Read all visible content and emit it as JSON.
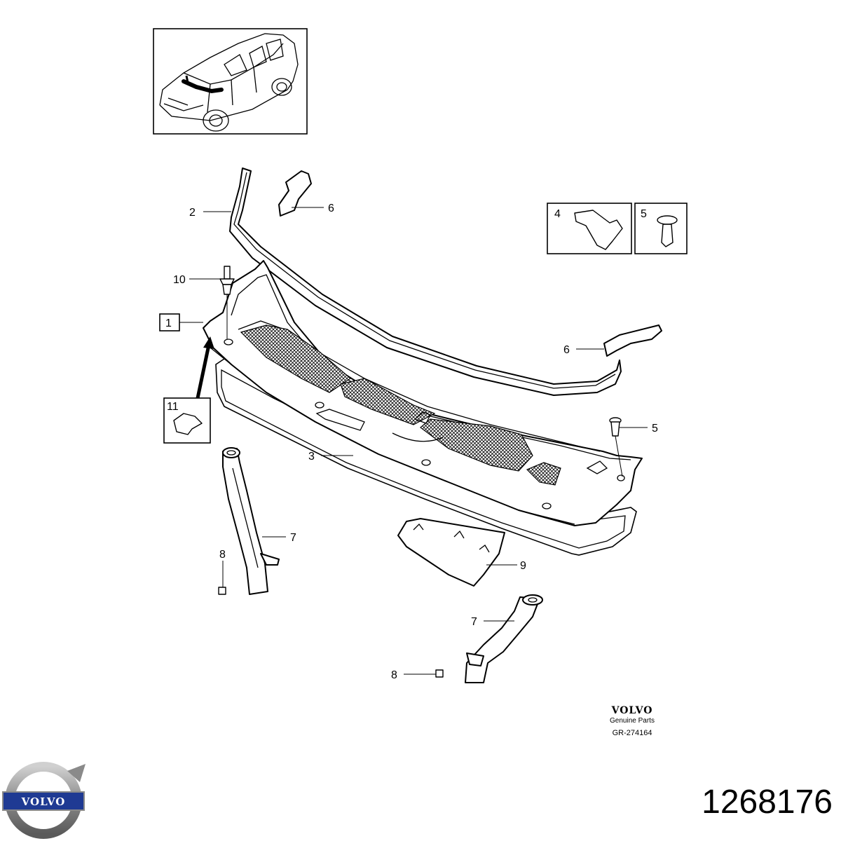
{
  "callouts": {
    "c1": "1",
    "c2": "2",
    "c3": "3",
    "c4": "4",
    "c5_box": "5",
    "c5": "5",
    "c6_top": "6",
    "c6_right": "6",
    "c7_left": "7",
    "c7_bottom": "7",
    "c8_left": "8",
    "c8_bottom": "8",
    "c9": "9",
    "c10": "10",
    "c11": "11"
  },
  "brand_block": {
    "brand": "VOLVO",
    "tagline": "Genuine Parts",
    "diagram_code": "GR-274164"
  },
  "footer": {
    "logo_text": "VOLVO",
    "part_number": "1268176"
  },
  "colors": {
    "line": "#000000",
    "logo_ring": "#8a8a8a",
    "logo_band": "#1f3a93"
  }
}
